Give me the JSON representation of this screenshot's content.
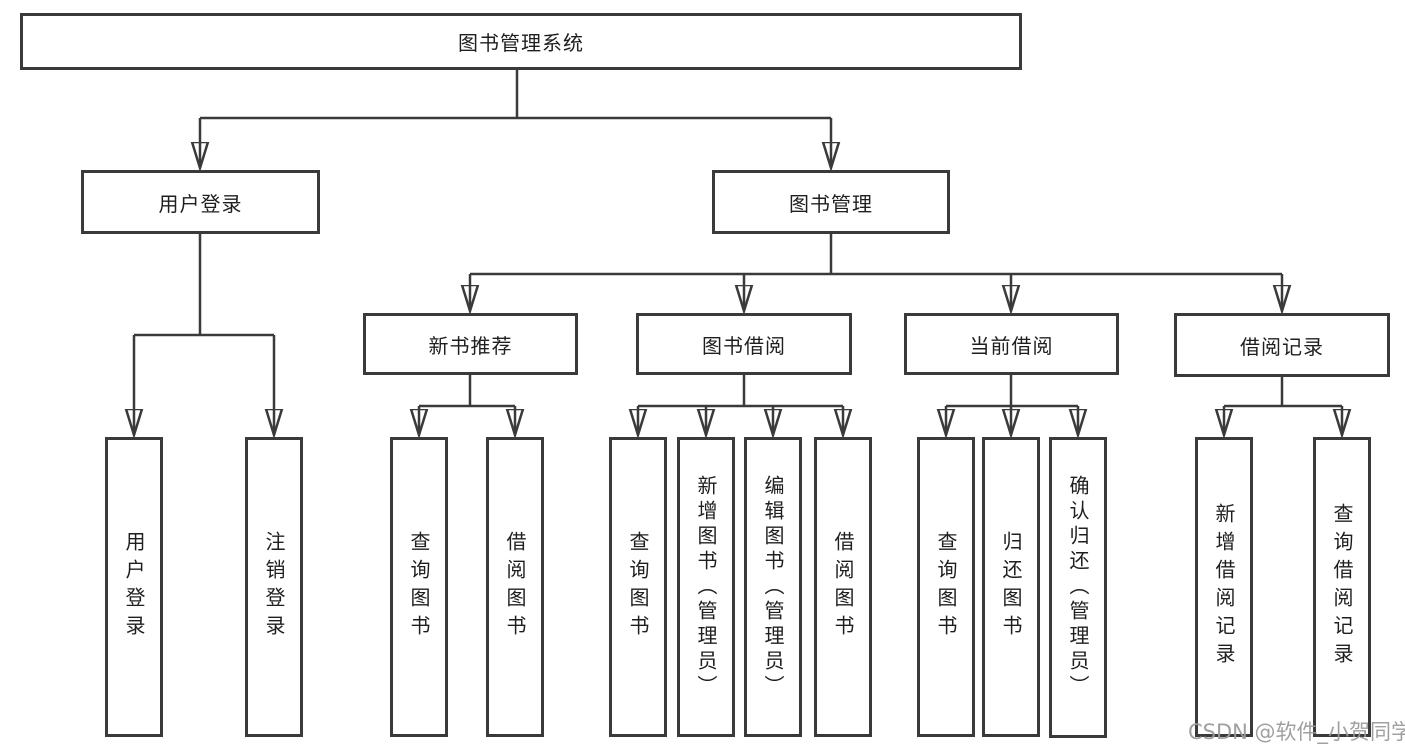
{
  "colors": {
    "line": "#3a3a3a",
    "text": "#1f1f1f",
    "background": "#ffffff",
    "watermark": "#9b9b9b"
  },
  "watermark": "CSDN @软件_小贺同学",
  "tree": {
    "label": "图书管理系统",
    "children": [
      {
        "label": "用户登录",
        "children": [
          {
            "label": "用户登录"
          },
          {
            "label": "注销登录"
          }
        ]
      },
      {
        "label": "图书管理",
        "children": [
          {
            "label": "新书推荐",
            "children": [
              {
                "label": "查询图书"
              },
              {
                "label": "借阅图书"
              }
            ]
          },
          {
            "label": "图书借阅",
            "children": [
              {
                "label": "查询图书"
              },
              {
                "label": "新增图书（管理员）"
              },
              {
                "label": "编辑图书（管理员）"
              },
              {
                "label": "借阅图书"
              }
            ]
          },
          {
            "label": "当前借阅",
            "children": [
              {
                "label": "查询图书"
              },
              {
                "label": "归还图书"
              },
              {
                "label": "确认归还（管理员）"
              }
            ]
          },
          {
            "label": "借阅记录",
            "children": [
              {
                "label": "新增借阅记录"
              },
              {
                "label": "查询借阅记录"
              }
            ]
          }
        ]
      }
    ]
  }
}
